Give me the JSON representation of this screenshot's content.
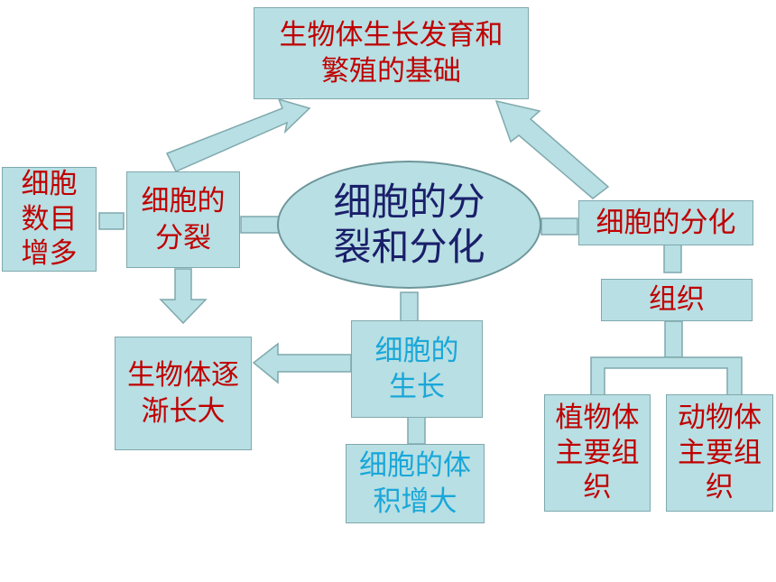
{
  "nodes": {
    "top": "生物体生长发育和\n繁殖的基础",
    "center": "细胞的分\n裂和分化",
    "cell_number": "细胞\n数目\n增多",
    "division": "细胞的\n分裂",
    "growth_large": "生物体逐\n渐长大",
    "cell_growth": "细胞的\n生长",
    "cell_volume": "细胞的体\n积增大",
    "differentiation": "细胞的分化",
    "tissue": "组织",
    "plant_tissue": "植物体\n主要组\n织",
    "animal_tissue": "动物体\n主要组\n织"
  },
  "colors": {
    "box_fill": "#b8dfe3",
    "box_border": "#7fa9ad",
    "red_text": "#c00000",
    "blue_text": "#1aa7d9",
    "center_text": "#1a1f6a"
  }
}
